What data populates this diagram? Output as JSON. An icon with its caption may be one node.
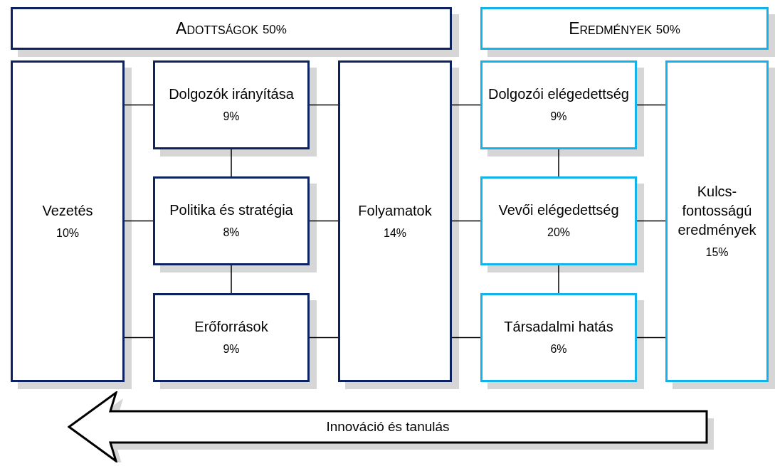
{
  "diagram": {
    "nodes": [
      {
        "text": [
          "Adottságok",
          "50%"
        ]
      },
      {
        "text": [
          "Eredmények",
          "50%"
        ]
      },
      {
        "text": [
          "Vezetés",
          "10%"
        ]
      },
      {
        "text": [
          "Dolgozók irányítása",
          "9%"
        ]
      },
      {
        "text": [
          "Politika és stratégia",
          "8%"
        ]
      },
      {
        "text": [
          "Erőforrások",
          "9%"
        ]
      },
      {
        "text": [
          "Folyamatok",
          "14%"
        ]
      },
      {
        "text": [
          "Dolgozói elégedettség",
          "9%"
        ]
      },
      {
        "text": [
          "Vevői elégedettség",
          "20%"
        ]
      },
      {
        "text": [
          "Társadalmi hatás",
          "6%"
        ]
      },
      {
        "text": [
          "Kulcs-fontosságú eredmények",
          "15%"
        ]
      },
      {
        "text": [
          "Innováció és tanulás"
        ]
      }
    ],
    "edges": [
      {
        "from": 2,
        "to": 3,
        "arrow": "none"
      },
      {
        "from": 2,
        "to": 4,
        "arrow": "none"
      },
      {
        "from": 2,
        "to": 5,
        "arrow": "none"
      },
      {
        "from": 3,
        "to": 4,
        "arrow": "none"
      },
      {
        "from": 4,
        "to": 5,
        "arrow": "none"
      },
      {
        "from": 3,
        "to": 6,
        "arrow": "none"
      },
      {
        "from": 4,
        "to": 6,
        "arrow": "none"
      },
      {
        "from": 5,
        "to": 6,
        "arrow": "none"
      },
      {
        "from": 6,
        "to": 7,
        "arrow": "none"
      },
      {
        "from": 6,
        "to": 8,
        "arrow": "none"
      },
      {
        "from": 6,
        "to": 9,
        "arrow": "none"
      },
      {
        "from": 7,
        "to": 8,
        "arrow": "none"
      },
      {
        "from": 8,
        "to": 9,
        "arrow": "none"
      },
      {
        "from": 7,
        "to": 10,
        "arrow": "none"
      },
      {
        "from": 8,
        "to": 10,
        "arrow": "none"
      },
      {
        "from": 9,
        "to": 10,
        "arrow": "none"
      }
    ]
  }
}
